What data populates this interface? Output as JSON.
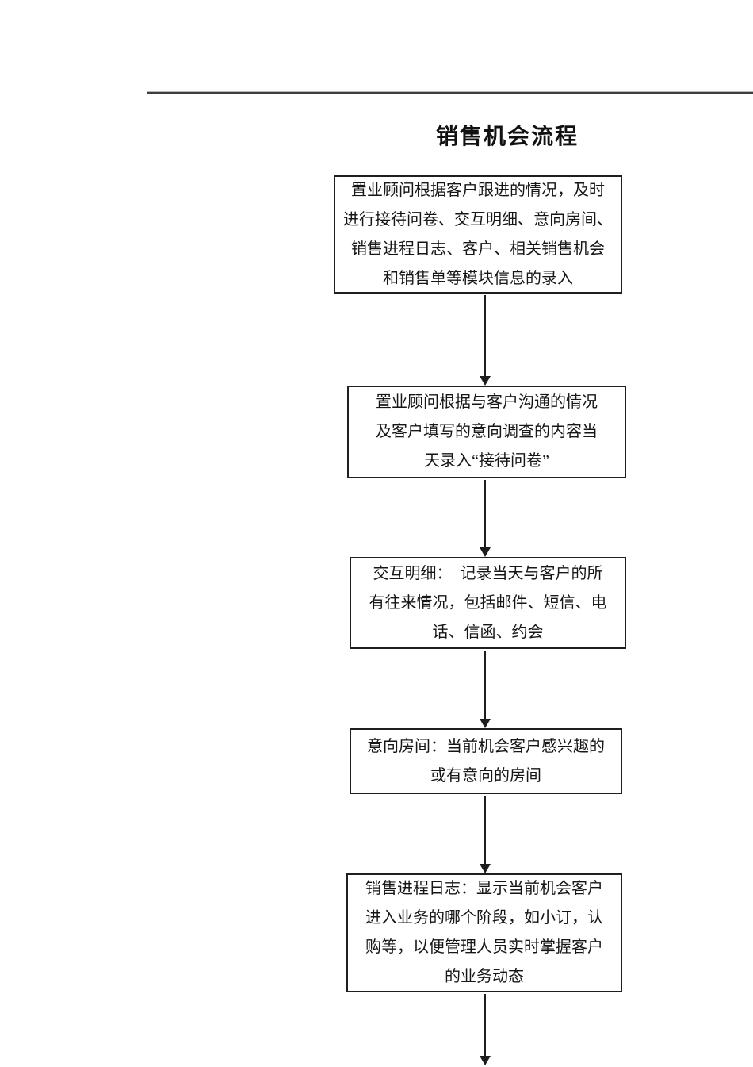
{
  "page": {
    "title": "销售机会流程"
  },
  "flowchart": {
    "boxes": [
      {
        "id": "step-1",
        "text": "置业顾问根据客户跟进的情况，及时\n进行接待问卷、交互明细、意向房间、\n销售进程日志、客户、相关销售机会\n和销售单等模块信息的录入"
      },
      {
        "id": "step-2",
        "text": "置业顾问根据与客户沟通的情况\n及客户填写的意向调查的内容当\n天录入“接待问卷”"
      },
      {
        "id": "step-3",
        "text": "交互明细：　记录当天与客户的所\n有往来情况，包括邮件、短信、电\n话、信函、约会"
      },
      {
        "id": "step-4",
        "text": "意向房间：当前机会客户感兴趣的\n或有意向的房间"
      },
      {
        "id": "step-5",
        "text": "销售进程日志：显示当前机会客户\n进入业务的哪个阶段，如小订，认\n购等，以便管理人员实时掌握客户\n的业务动态"
      }
    ]
  }
}
